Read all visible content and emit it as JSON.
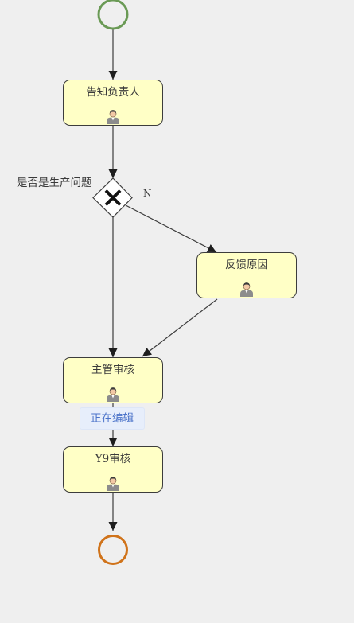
{
  "diagram": {
    "colors": {
      "start_event": "#6a9a55",
      "end_event": "#d0731a",
      "task_fill": "#ffffc6",
      "stroke": "#3c3c3c",
      "badge_text": "#4b73c9"
    },
    "start_event": {
      "icon": "start-circle"
    },
    "end_event": {
      "icon": "end-circle"
    },
    "tasks": [
      {
        "label": "告知负责人",
        "icon": "user-icon"
      },
      {
        "label": "反馈原因",
        "icon": "user-icon"
      },
      {
        "label": "主管审核",
        "icon": "user-icon"
      },
      {
        "label": "Y9审核",
        "icon": "user-icon"
      }
    ],
    "gateway": {
      "question": "是否是生产问题",
      "branch_label": "N",
      "icon": "exclusive-gateway-x"
    },
    "editing_badge": "正在编辑"
  }
}
